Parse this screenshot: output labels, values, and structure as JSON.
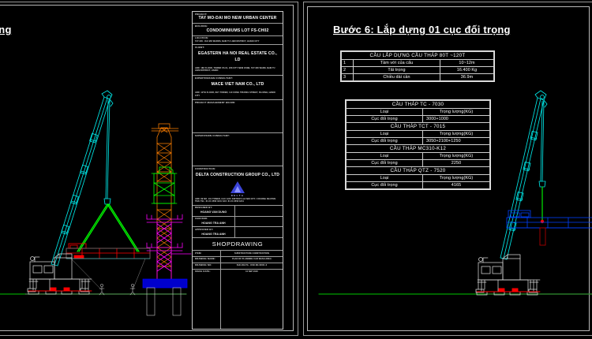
{
  "sheet_left": {
    "heading_clipped": "trọng",
    "titleblock": {
      "project_label": "PROJECT:",
      "project_value": "TAY MO-DAI MO NEW URBAN CENTER",
      "building_label": "BUILDING:",
      "building_value": "CONDOMINIUMS LOT FS-CH02",
      "location_label": "LOCATION:",
      "location_value": "TAY MO - DAI MO WARDS, NAM TU LIEM DISTRICT, HANOI CITY",
      "client_label": "CLIENT:",
      "client_value": "EGASTERN HA NOI REAL ESTATE CO., LD",
      "client_address": "ADD: 188 FLOOR, TOWER FS-01, 208 CITY NEW ZONE, TAY MO WARD, NAM TU LIEM DISTRICT, HANOI",
      "design_consultant_label": "EXPERT/DESIGN CONSULTANT:",
      "design_consultant_value": "MACE VIET NAM CO., LTD",
      "design_consultant_address": "ADD: 12TH FLOOR, KEY TOWER, 110 CONG TRUONG STREET, BA DINH, HANOI CITY",
      "pmb_label": "PROJECT MANAGEMENT BOARD:",
      "supervision_label": "SUPERVISION CONSULTANT:",
      "construction_label": "CONSTRUCTION:",
      "construction_value": "DELTA CONSTRUCTION GROUP CO., LTD",
      "construction_address": "ADD: 89 NO. 101 TOWER, CAU GIAY DISTRICT, HA NOI CITY, 0 DUONG NGUYEN TRAI TEL: 84 24 3558 3241    FAX: 84 24 3558 3241",
      "logo_word": "DELTA",
      "rows": [
        {
          "label": "DESIGNED BY:",
          "value": "HOANG VAN DUNG"
        },
        {
          "label": "CHECKED:",
          "value": "HOANG TRA ANH"
        },
        {
          "label": "APPROVED BY:",
          "value": "HOANG TRA ANH"
        }
      ],
      "shopdrawing": "SHOPDRAWING",
      "meta_rows": [
        {
          "label": "ITEM:",
          "value": "SUBSTRUCTURE CONSTRUCTION"
        },
        {
          "label": "DRAWING NAME:",
          "value": "PLAN OF PLANNING CAR WASH AREA"
        },
        {
          "label": "DRAWING NO:",
          "value": "SHC-DELTA - KSD-SD-00001-0"
        },
        {
          "label": "ISSUE DATE:",
          "value": "10 SEP 2020"
        }
      ]
    }
  },
  "sheet_right": {
    "heading": "Bước 6: Lắp dựng 01 cục đối trọng",
    "table_main": {
      "header": "CẦU LẮP DỰNG CẦU THÁP 80T ~120T",
      "rows": [
        {
          "idx": "1",
          "name": "Tầm với của cẩu",
          "value": "10~12m"
        },
        {
          "idx": "2",
          "name": "Tải trọng",
          "value": "16.400 Kg"
        },
        {
          "idx": "3",
          "name": "Chiều dài cần",
          "value": "36.9m"
        }
      ]
    },
    "table_list": {
      "groups": [
        {
          "header": "CẦU THÁP TC - 7030",
          "col1": "Loại",
          "col2": "Trọng lượng(KG)",
          "row_label": "Cục đối trọng",
          "row_value": "3000+1000"
        },
        {
          "header": "CẦU THÁP TCT - 7015",
          "col1": "Loại",
          "col2": "Trọng lượng(KG)",
          "row_label": "Cục đối trọng",
          "row_value": "3050+2100+1250"
        },
        {
          "header": "CẦU THÁP MC310-K12",
          "col1": "Loại",
          "col2": "Trọng lượng(KG)",
          "row_label": "Cục đối trọng",
          "row_value": "2250"
        },
        {
          "header": "CẦU THÁP QTZ - 7520",
          "col1": "Loại",
          "col2": "Trọng lượng(KG)",
          "row_label": "Cục đối trọng",
          "row_value": "4165"
        }
      ]
    }
  },
  "colors": {
    "background": "#000000",
    "frame": "#b8b8b8",
    "crane_boom": "#00e5e5",
    "crane_body": "#d8d8d8",
    "sling": "#00ff00",
    "counterweight_red": "#ff0000",
    "tower_mast": "#ff7f00",
    "climb_frame": "#00ff00",
    "platform_magenta": "#ff00ff",
    "base_blue": "#0000ff",
    "ground_line": "#00a000",
    "hook_blue": "#0040ff",
    "delta_logo": "#3b44d8"
  },
  "drawing_elements": {
    "left": [
      "mobile-crawler-crane",
      "telescopic-boom",
      "green-lifting-slings",
      "red-counterweight-block",
      "tower-crane-mast",
      "green-climbing-frame",
      "magenta-working-platforms",
      "blue-base-foundation",
      "ground-line",
      "workers"
    ],
    "right": [
      "mobile-crawler-crane",
      "telescopic-boom",
      "green-hoist-line",
      "blue-counterweight-unit",
      "ground-line"
    ]
  }
}
